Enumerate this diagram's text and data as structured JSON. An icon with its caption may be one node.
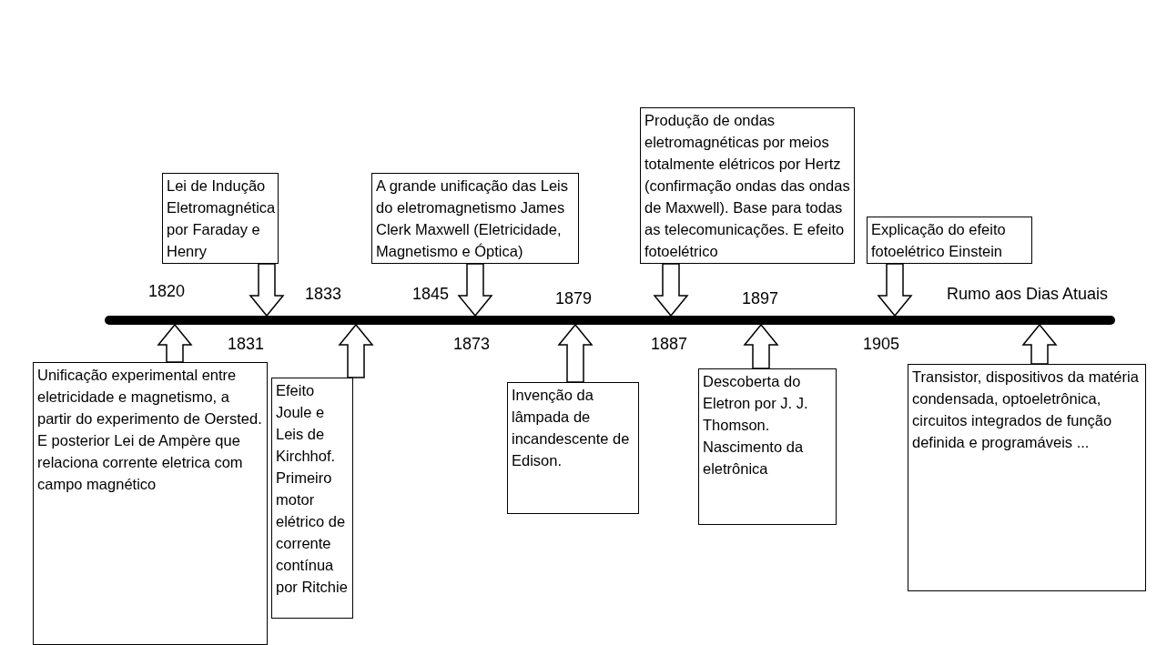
{
  "diagram": {
    "nodes": [
      {
        "text": [
          "Lei de Indução Eletromagnética por Faraday e Henry"
        ]
      },
      {
        "text": [
          "A grande unificação das Leis do eletromagnetismo James Clerk Maxwell (Eletricidade, Magnetismo e Óptica)"
        ]
      },
      {
        "text": [
          "Produção de ondas eletromagnéticas por meios totalmente elétricos por Hertz (confirmação ondas das ondas de Maxwell). Base para todas as telecomunicações. E efeito fotoelétrico"
        ]
      },
      {
        "text": [
          "Explicação do efeito fotoelétrico Einstein"
        ]
      },
      {
        "text": [],
        "shape": "bar"
      },
      {
        "text": [
          "Unificação experimental entre eletricidade e magnetismo, a partir do experimento de Oersted. E posterior Lei de Ampère que relaciona corrente eletrica com campo magnético"
        ]
      },
      {
        "text": [
          "Efeito Joule e Leis de Kirchhof. Primeiro motor elétrico de corrente contínua por Ritchie"
        ]
      },
      {
        "text": [
          "Invenção da lâmpada de incandescente de Edison."
        ]
      },
      {
        "text": [
          "Descoberta do Eletron por J. J. Thomson. Nascimento da eletrônica"
        ]
      },
      {
        "text": [
          "Transistor, dispositivos da matéria condensada, optoeletrônica, circuitos integrados de função definida e programáveis ..."
        ]
      }
    ],
    "edges": [
      {
        "from": 0,
        "to": 4,
        "arrow": "to"
      },
      {
        "from": 1,
        "to": 4,
        "arrow": "to"
      },
      {
        "from": 2,
        "to": 4,
        "arrow": "to"
      },
      {
        "from": 3,
        "to": 4,
        "arrow": "to"
      },
      {
        "from": 5,
        "to": 4,
        "arrow": "to"
      },
      {
        "from": 6,
        "to": 4,
        "arrow": "to"
      },
      {
        "from": 7,
        "to": 4,
        "arrow": "to"
      },
      {
        "from": 8,
        "to": 4,
        "arrow": "to"
      },
      {
        "from": 9,
        "to": 4,
        "arrow": "to"
      }
    ],
    "labels": [
      "1820",
      "1833",
      "1845",
      "1879",
      "1897",
      "Rumo aos Dias Atuais",
      "1831",
      "1873",
      "1887",
      "1905"
    ]
  }
}
